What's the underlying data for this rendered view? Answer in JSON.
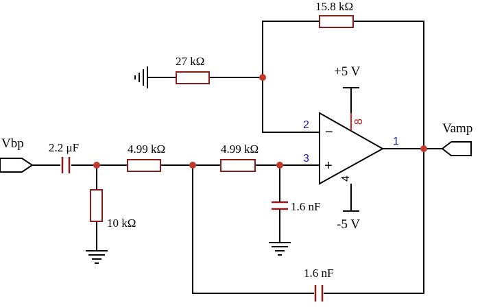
{
  "ports": {
    "input": "Vbp",
    "output": "Vamp"
  },
  "components": {
    "c_in": "2.2 μF",
    "r_ground": "10 kΩ",
    "r1": "4.99 kΩ",
    "r2": "4.99 kΩ",
    "c_ground": "1.6 nF",
    "c_feedback": "1.6 nF",
    "r_gain_ground": "27 kΩ",
    "r_feedback": "15.8 kΩ"
  },
  "supply": {
    "positive": "+5 V",
    "negative": "-5 V"
  },
  "pins": {
    "inverting": "2",
    "noninverting": "3",
    "output": "1",
    "vplus": "8",
    "vminus": "4"
  },
  "opamp_signs": {
    "minus": "−",
    "plus": "+"
  },
  "colors": {
    "component": "#8b1a1a",
    "node": "#c0392b",
    "pin_number": "#1a1aa8",
    "supply_pin": "#e02020",
    "wire": "#000000"
  }
}
